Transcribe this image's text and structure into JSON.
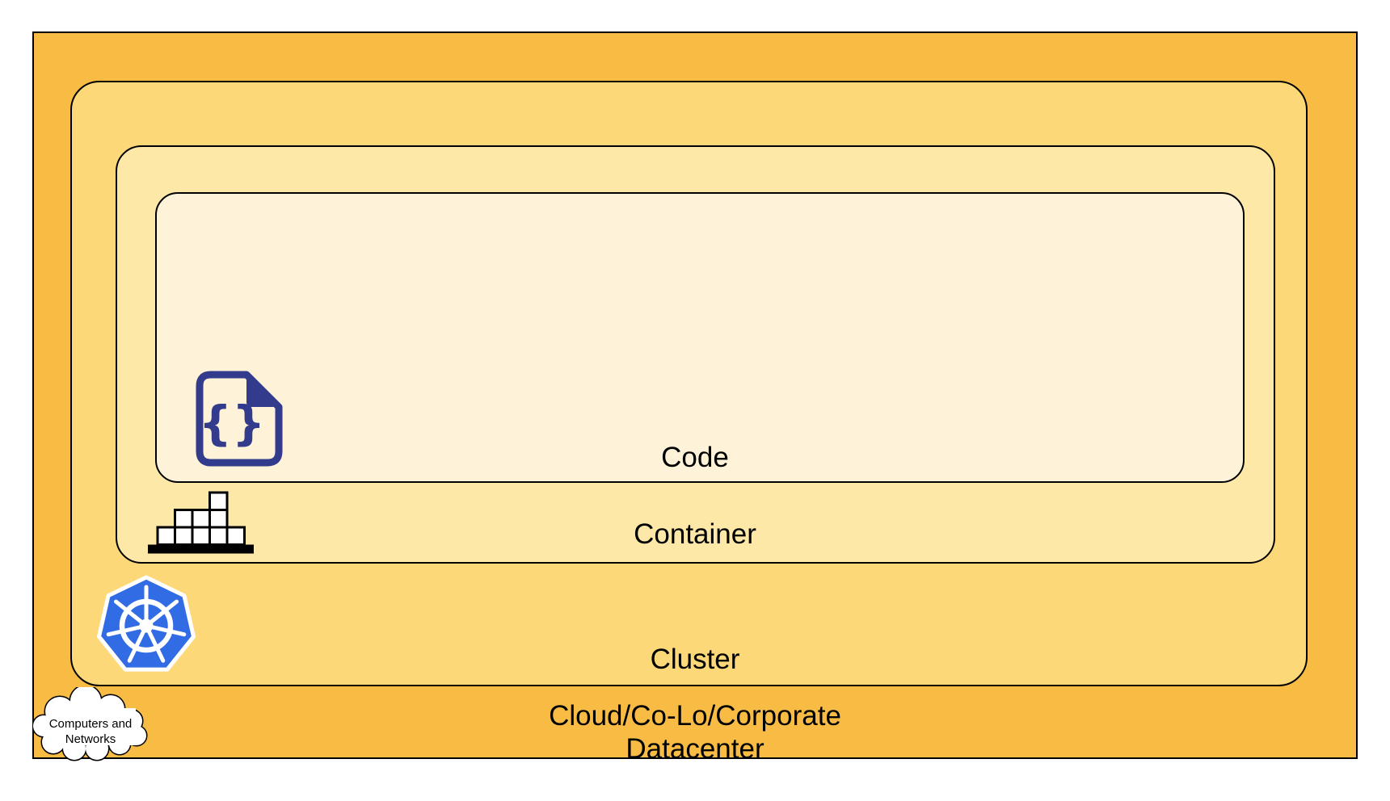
{
  "diagram": {
    "border_color": "#000000",
    "page_background": "#FFFFFF",
    "layers": [
      {
        "id": "datacenter",
        "label_lines": [
          "Cloud/Co-Lo/Corporate",
          "Datacenter"
        ],
        "fill": "#F8BC44",
        "icon": "cloud-computers-networks-icon"
      },
      {
        "id": "cluster",
        "label": "Cluster",
        "fill": "#FDD879",
        "icon": "kubernetes-logo-icon"
      },
      {
        "id": "container",
        "label": "Container",
        "fill": "#FDE8A8",
        "icon": "container-blocks-icon"
      },
      {
        "id": "code",
        "label": "Code",
        "fill": "#FEF3D8",
        "icon": "code-file-icon"
      }
    ]
  },
  "cloud_icon": {
    "text_lines": [
      "Computers and",
      "Networks"
    ],
    "fill": "#FFFFFF",
    "outline": "#000000"
  },
  "code_icon": {
    "glyph": "{}",
    "color": "#333C8C"
  },
  "brick_icon": {
    "block_fill": "#FFFFFF",
    "outline": "#000000"
  },
  "kubernetes_icon": {
    "blue": "#326CE5",
    "wheel_color": "#FFFFFF"
  }
}
